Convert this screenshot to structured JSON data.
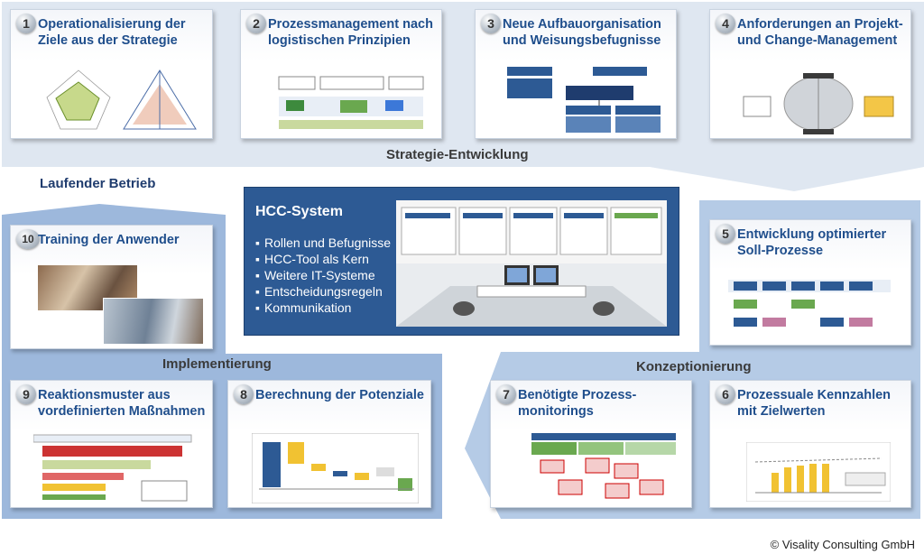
{
  "bands": {
    "strategy_label": "Strategie-Entwicklung",
    "operations_label": "Laufender Betrieb",
    "implementation_label": "Implementierung",
    "conception_label": "Konzeptionierung"
  },
  "cards": [
    {
      "num": "1",
      "title": "Operationalisierung der Ziele aus der Strategie"
    },
    {
      "num": "2",
      "title": "Prozessmanagement nach logistischen Prinzipien"
    },
    {
      "num": "3",
      "title": "Neue Aufbauorganisation und Weisungsbefugnisse"
    },
    {
      "num": "4",
      "title": "Anforderungen an Projekt- und Change-Management"
    },
    {
      "num": "5",
      "title": "Entwicklung optimierter Soll-Prozesse"
    },
    {
      "num": "6",
      "title": "Prozessuale Kennzahlen mit Zielwerten"
    },
    {
      "num": "7",
      "title": "Benötigte Prozess-monitorings"
    },
    {
      "num": "8",
      "title": "Berechnung der Potenziale"
    },
    {
      "num": "9",
      "title": "Reaktionsmuster aus vordefinierten Maßnahmen"
    },
    {
      "num": "10",
      "title": "Training der Anwender"
    }
  ],
  "hcc": {
    "title": "HCC-System",
    "items": [
      "Rollen und Befugnisse",
      "HCC-Tool als Kern",
      "Weitere IT-Systeme",
      "Entscheidungsregeln",
      "Kommunikation"
    ]
  },
  "colors": {
    "band_top": "#dfe7f1",
    "band_left": "#a9c2e0",
    "band_right": "#b8cde6",
    "title_blue": "#1f4e8c",
    "hcc_bg": "#2d5a94"
  },
  "copyright": "© Visality Consulting GmbH"
}
